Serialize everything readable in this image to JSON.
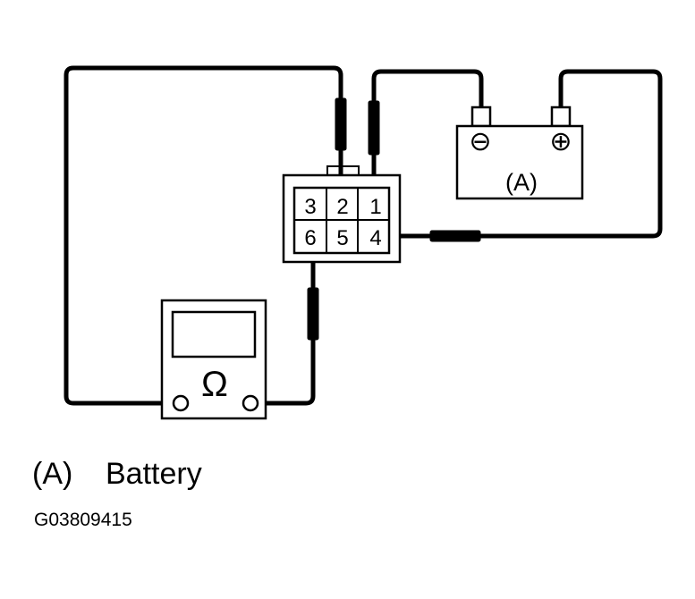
{
  "diagram": {
    "battery": {
      "label": "(A)",
      "negative_symbol": "⊖",
      "positive_symbol": "⊕"
    },
    "connector": {
      "pins_top": [
        "3",
        "2",
        "1"
      ],
      "pins_bottom": [
        "6",
        "5",
        "4"
      ]
    },
    "ohmmeter": {
      "symbol": "Ω"
    }
  },
  "legend": [
    {
      "key": "(A)",
      "text": "Battery"
    }
  ],
  "figure_code": "G03809415"
}
